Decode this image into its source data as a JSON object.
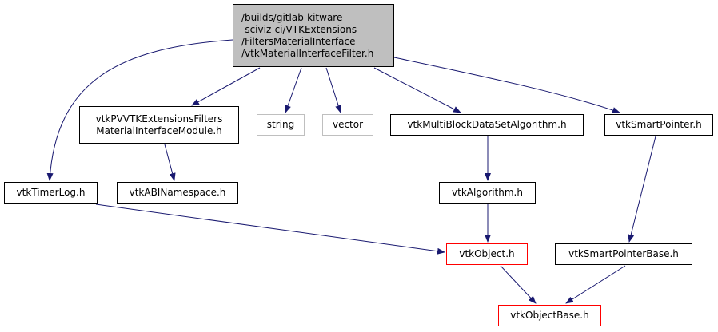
{
  "colors": {
    "edge": "#191970",
    "root_fill": "#bfbfbf",
    "system_border": "#bfbfbf",
    "truncated_border": "#ff0000",
    "normal_border": "#000000"
  },
  "nodes": {
    "root": {
      "lines": [
        "/builds/gitlab-kitware",
        "-sciviz-ci/VTKExtensions",
        "/FiltersMaterialInterface",
        "/vtkMaterialInterfaceFilter.h"
      ]
    },
    "module": {
      "lines": [
        "vtkPVVTKExtensionsFilters",
        "MaterialInterfaceModule.h"
      ]
    },
    "string": {
      "label": "string"
    },
    "vector": {
      "label": "vector"
    },
    "mbds": {
      "label": "vtkMultiBlockDataSetAlgorithm.h"
    },
    "smartptr": {
      "label": "vtkSmartPointer.h"
    },
    "timerlog": {
      "label": "vtkTimerLog.h"
    },
    "abi": {
      "label": "vtkABINamespace.h"
    },
    "algorithm": {
      "label": "vtkAlgorithm.h"
    },
    "object": {
      "label": "vtkObject.h"
    },
    "smartptrbase": {
      "label": "vtkSmartPointerBase.h"
    },
    "objectbase": {
      "label": "vtkObjectBase.h"
    }
  },
  "edges": [
    [
      "root",
      "timerlog"
    ],
    [
      "root",
      "module"
    ],
    [
      "root",
      "string"
    ],
    [
      "root",
      "vector"
    ],
    [
      "root",
      "mbds"
    ],
    [
      "root",
      "smartptr"
    ],
    [
      "module",
      "abi"
    ],
    [
      "mbds",
      "algorithm"
    ],
    [
      "algorithm",
      "object"
    ],
    [
      "timerlog",
      "object"
    ],
    [
      "smartptr",
      "smartptrbase"
    ],
    [
      "object",
      "objectbase"
    ],
    [
      "smartptrbase",
      "objectbase"
    ]
  ]
}
